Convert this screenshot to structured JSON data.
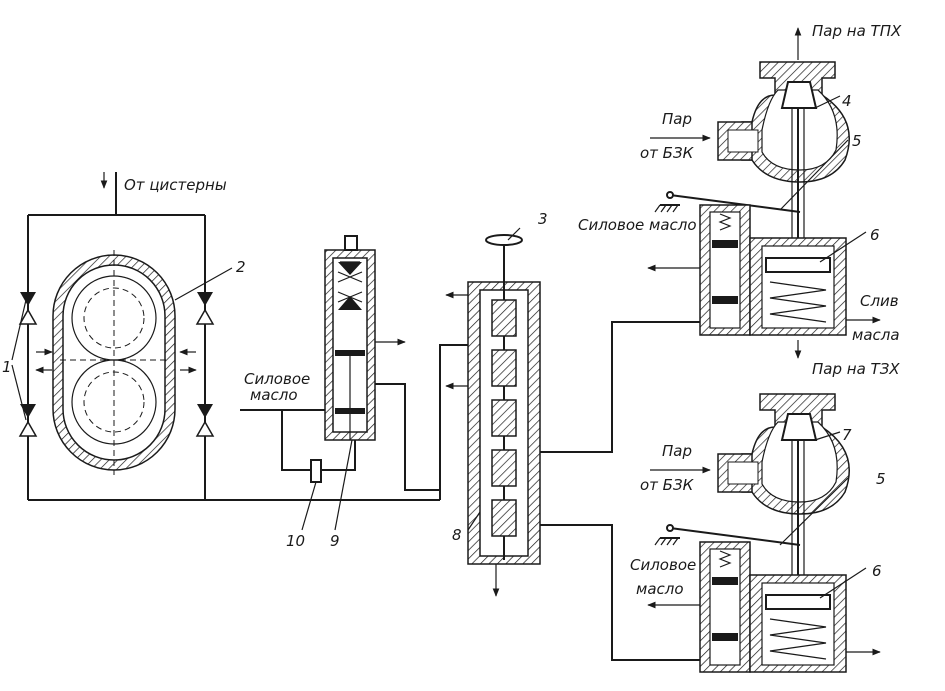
{
  "labels": {
    "from_tank": "От цистерны",
    "power_oil_left_1": "Силовое",
    "power_oil_left_2": "масло",
    "steam_to_tpx": "Пар на ТПХ",
    "steam_from_bzk_top_1": "Пар",
    "steam_from_bzk_top_2": "от БЗК",
    "power_oil_top": "Силовое масло",
    "drain_1": "Слив",
    "drain_2": "масла",
    "steam_to_tzx": "Пар на ТЗХ",
    "steam_from_bzk_bottom_1": "Пар",
    "steam_from_bzk_bottom_2": "от БЗК",
    "power_oil_bottom_1": "Силовое",
    "power_oil_bottom_2": "масло"
  },
  "numbers": {
    "n1": "1",
    "n2": "2",
    "n3": "3",
    "n4": "4",
    "n5_top": "5",
    "n6_top": "6",
    "n7": "7",
    "n5_bottom": "5",
    "n6_bottom": "6",
    "n8": "8",
    "n9": "9",
    "n10": "10"
  }
}
